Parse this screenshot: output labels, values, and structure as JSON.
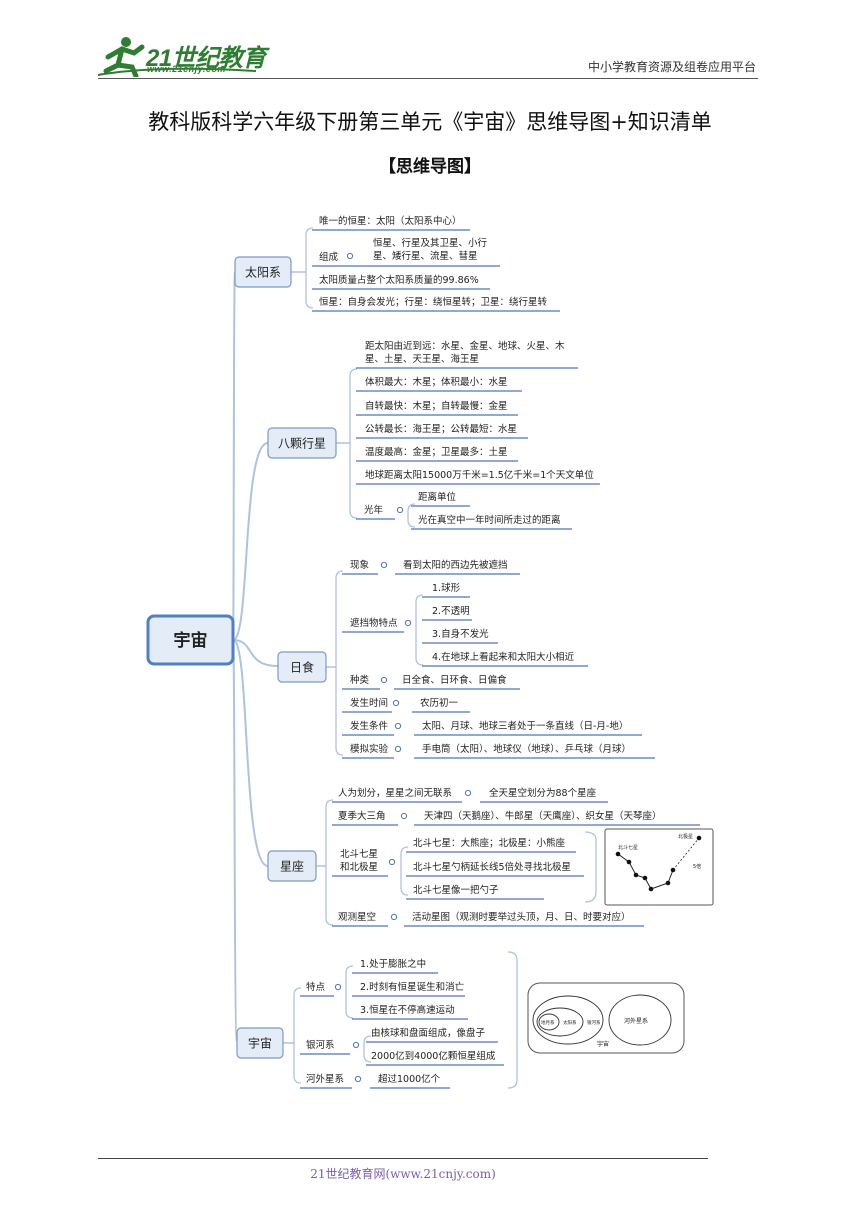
{
  "header": {
    "logo_text": "21世纪教育",
    "logo_url": "www.21cnjy.com",
    "right_text": "中小学教育资源及组卷应用平台"
  },
  "doc": {
    "title": "教科版科学六年级下册第三单元《宇宙》思维导图+知识清单",
    "subtitle": "【思维导图】"
  },
  "mindmap": {
    "root": "宇宙",
    "sun": {
      "label": "太阳系",
      "items": [
        "唯一的恒星：太阳（太阳系中心）",
        "组成",
        "太阳质量占整个太阳系质量的99.86%",
        "恒星：自身会发光；行星：绕恒星转；卫星：绕行星转"
      ],
      "composition": [
        "恒星、行星及其卫星、小行",
        "星、矮行星、流星、彗星"
      ]
    },
    "planets": {
      "label": "八颗行星",
      "order": [
        "距太阳由近到远：水星、金星、地球、火星、木",
        "星、土星、天王星、海王星"
      ],
      "items": [
        "体积最大：木星；体积最小：水星",
        "自转最快：木星；自转最慢：金星",
        "公转最长：海王星；公转最短：水星",
        "温度最高：金星；卫星最多：土星",
        "地球距离太阳15000万千米=1.5亿千米=1个天文单位"
      ],
      "lightyear": "光年",
      "lightyear_items": [
        "距离单位",
        "光在真空中一年时间所走过的距离"
      ]
    },
    "eclipse": {
      "label": "日食",
      "phenomenon": "现象",
      "phenomenon_text": "看到太阳的西边先被遮挡",
      "blocker": "遮挡物特点",
      "blocker_items": [
        "1.球形",
        "2.不透明",
        "3.自身不发光",
        "4.在地球上看起来和太阳大小相近"
      ],
      "types_label": "种类",
      "types_text": "日全食、日环食、日偏食",
      "time_label": "发生时间",
      "time_text": "农历初一",
      "cond_label": "发生条件",
      "cond_text": "太阳、月球、地球三者处于一条直线（日-月-地）",
      "sim_label": "模拟实验",
      "sim_text": "手电筒（太阳）、地球仪（地球）、乒乓球（月球）"
    },
    "constellation": {
      "label": "星座",
      "division": "人为划分，星星之间无联系",
      "division_text": "全天星空划分为88个星座",
      "summer": "夏季大三角",
      "summer_text": "天津四（天鹅座）、牛郎星（天鹰座）、织女星（天琴座）",
      "dipper": [
        "北斗七星",
        "和北极星"
      ],
      "dipper_items": [
        "北斗七星：大熊座；北极星：小熊座",
        "北斗七星勺柄延长线5倍处寻找北极星",
        "北斗七星像一把勺子"
      ],
      "observe": "观测星空",
      "observe_text": "活动星图（观测时要举过头顶，月、日、时要对应）",
      "fig_labels": [
        "北斗七星",
        "北极星",
        "5倍"
      ]
    },
    "universe": {
      "label": "宇宙",
      "feature": "特点",
      "feature_items": [
        "1.处于膨胀之中",
        "2.时刻有恒星诞生和消亡",
        "3.恒星在不停高速运动"
      ],
      "galaxy": "银河系",
      "galaxy_items": [
        "由核球和盘面组成，像盘子",
        "2000亿到4000亿颗恒星组成"
      ],
      "extra": "河外星系",
      "extra_text": "超过1000亿个",
      "fig_labels": [
        "地月系",
        "太阳系",
        "银河系",
        "河外星系",
        "宇宙"
      ]
    }
  },
  "footer": {
    "text": "21世纪教育网(www.21cnjy.com)"
  },
  "colors": {
    "branch": "#aec3dd",
    "underline": "#4f75b8",
    "box_fill": "#e3ecf7",
    "box_stroke": "#7d99c4",
    "root_stroke": "#4f7fc4",
    "brand_green": "#2e7d32"
  }
}
